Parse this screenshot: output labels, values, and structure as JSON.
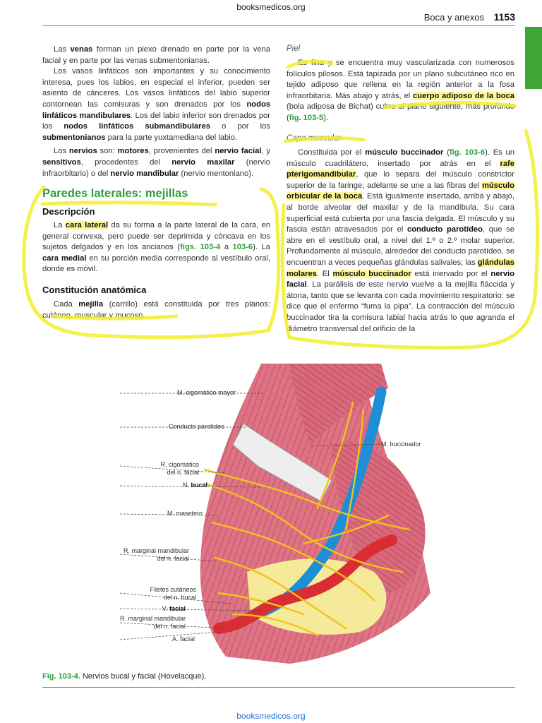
{
  "site": "booksmedicos.org",
  "footer_site": "booksmedicos.org",
  "header": {
    "section": "Boca y anexos",
    "page": "1153"
  },
  "left_col": {
    "p1": [
      "Las ",
      "venas",
      " forman un plexo drenado en parte por la vena facial y en parte por las venas submentonianas."
    ],
    "p2": [
      "Los vasos linfáticos son importantes y su conocimiento interesa, pues los labios, en especial el inferior, pueden ser asiento de cánceres. Los vasos linfáticos del labio superior contornean las comisuras y son drenados por los ",
      "nodos linfáticos mandibulares",
      ". Los del labio inferior son drenados por los ",
      "nodos linfáticos submandibulares",
      " o por los ",
      "submentonianos",
      " para la parte yuxtamediana del labio."
    ],
    "p3": [
      "Los ",
      "nervios",
      " son: ",
      "motores",
      ", provenientes del ",
      "nervio facial",
      ", y ",
      "sensitivos",
      ", procedentes del ",
      "nervio maxilar",
      " (nervio infraorbitario) o del ",
      "nervio mandibular",
      " (nervio mentoniano)."
    ],
    "section_title": "Paredes laterales: mejillas",
    "sub1": "Descripción",
    "p4": [
      "La ",
      "cara lateral",
      " da su forma a la parte lateral de la cara, en general convexa, pero puede ser deprimida y cóncava en los sujetos delgados y en los ancianos (",
      "figs. 103-4",
      " a ",
      "103-6",
      "). La ",
      "cara medial",
      " en su porción media corresponde al vestíbulo oral, donde es móvil."
    ],
    "sub2": "Constitución anatómica",
    "p5": [
      "Cada ",
      "mejilla",
      " (carrillo) está constituida por tres planos: cutáneo, muscular y mucoso."
    ]
  },
  "right_col": {
    "h1": "Piel",
    "p1": [
      "Es fina y se encuentra muy vascularizada con numerosos folículos pilosos. Está tapizada por un plano subcutáneo rico en tejido adiposo que rellena en la región anterior a la fosa infraorbitaria. Más abajo y atrás, el ",
      "cuerpo adiposo de la boca",
      " (bola adiposa de Bichat) cubre al plano siguiente, más profundo (",
      "fig. 103-5",
      ")."
    ],
    "h2": "Capa muscular",
    "p2": [
      "Constituida por el ",
      "músculo buccinador",
      " (",
      "fig. 103-6",
      "). Es un músculo cuadrilátero, insertado por atrás en el ",
      "rafe pterigomandibular",
      ", que lo separa del músculo constrictor superior de la faringe; adelante se une a las fibras del ",
      "músculo orbicular de la boca",
      ". Está igualmente insertado, arriba y abajo, al borde alveolar del maxilar y de la mandíbula. Su cara superficial está cubierta por una fascia delgada. El músculo y su fascia están atravesados por el ",
      "conducto parotídeo",
      ", que se abre en el vestíbulo oral, a nivel del 1.º o 2.º molar superior. Profundamente al músculo, alrededor del conducto parotídeo, se encuentran a veces pequeñas glándulas salivales; las ",
      "glándulas molares",
      ". El ",
      "músculo buccinador",
      " está inervado por el ",
      "nervio facial",
      ". La parálisis de este nervio vuelve a la mejilla fláccida y átona, tanto que se levanta con cada movimiento respiratorio: se dice que el enfermo “fuma la pipa”. La contracción del músculo buccinador tira la comisura labial hacia atrás lo que agranda el diámetro transversal del orificio de la"
    ]
  },
  "figure": {
    "labels": {
      "cigomatico_mayor": "M. cigomático mayor",
      "conducto_parotideo": "Conducto parotídeo",
      "r_cigomatico_1": "R. cigomático",
      "r_cigomatico_2": "del n. facial",
      "n_bucal_1": "N. ",
      "n_bucal_2": "bucal",
      "masetero": "M. masetero",
      "r_marginal_1": "R. marginal mandibular",
      "r_marginal_2": "del n. facial",
      "filetes_1": "Filetes cutáneos",
      "filetes_2": "del n. bucal",
      "v_facial_1": "V. ",
      "v_facial_2": "facial",
      "r_marginal2_1": "R. marginal mandibular",
      "r_marginal2_2": "del n. facial",
      "a_facial": "A. facial",
      "buccinador": "M. buccinador"
    },
    "caption_num": "Fig. 103-4.",
    "caption_text": " Nervios bucal y facial (Hovelacque)."
  },
  "colors": {
    "accent_green": "#2e9e3a",
    "highlight": "#f2ef2a",
    "muscle": "#d96a7c",
    "vein": "#1e8fd6",
    "artery": "#d92c33",
    "nerve": "#f0c419",
    "fat": "#f5ea9a"
  }
}
